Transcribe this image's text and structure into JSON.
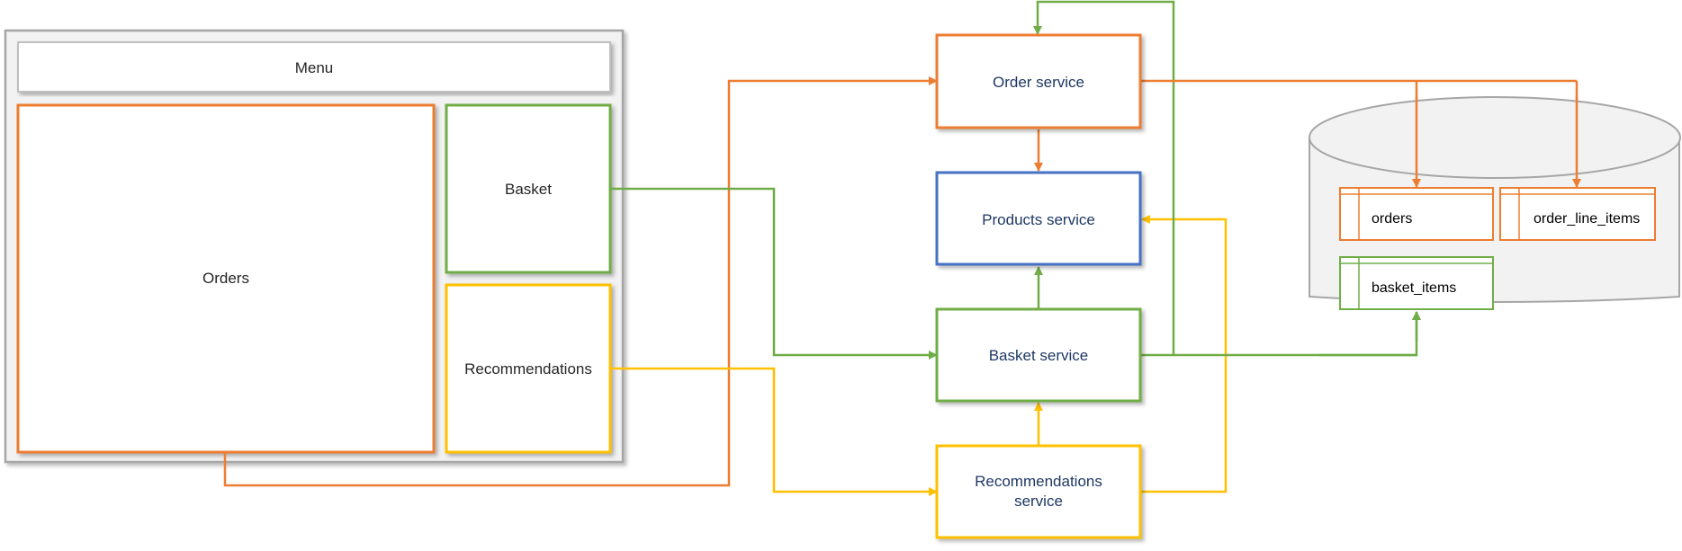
{
  "ui": {
    "menu": "Menu",
    "orders": "Orders",
    "basket": "Basket",
    "recommendations": "Recommendations"
  },
  "services": {
    "order": "Order service",
    "products": "Products service",
    "basket": "Basket service",
    "recommendations_line1": "Recommendations",
    "recommendations_line2": "service"
  },
  "database": {
    "tables": {
      "orders": "orders",
      "order_line_items": "order_line_items",
      "basket_items": "basket_items"
    }
  },
  "colors": {
    "orange": "#ED7D31",
    "green": "#70AD47",
    "yellow": "#FFC000",
    "blue": "#4472C4",
    "service_text": "#1F3864",
    "gray_border": "#A6A6A6",
    "frame_fill": "#F2F2F2"
  }
}
